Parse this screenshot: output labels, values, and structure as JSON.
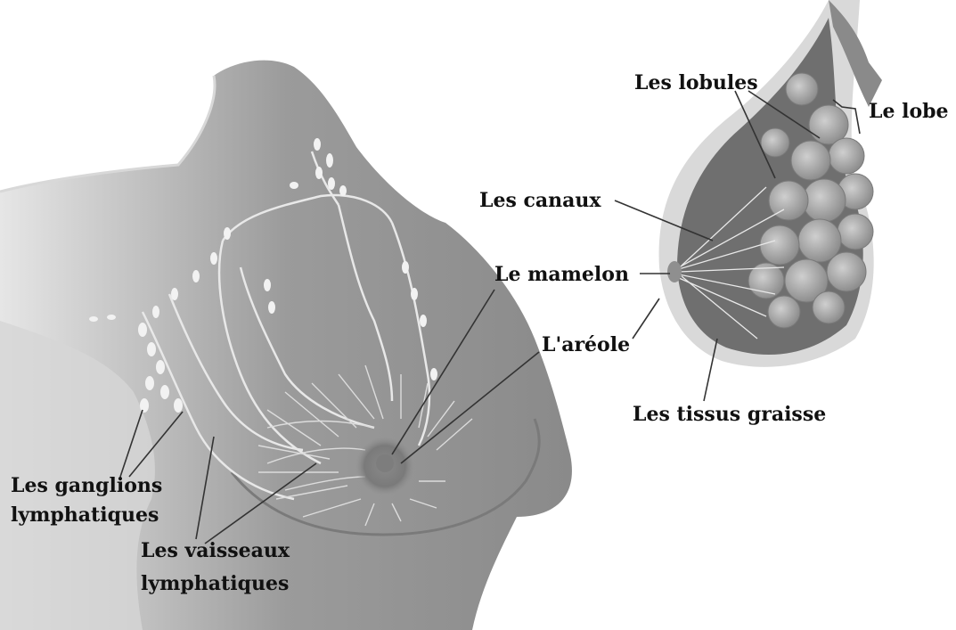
{
  "labels": {
    "lobules": "Les lobules",
    "lobe": "Le lobe",
    "canaux": "Les canaux",
    "mamelon": "Le mamelon",
    "areole": "L'aréole",
    "tissus": "Les tissus graisse",
    "ganglions_1": "Les ganglions",
    "ganglions_2": "lymphatiques",
    "vaisseaux_1": "Les vaisseaux",
    "vaisseaux_2": "lymphatiques"
  }
}
